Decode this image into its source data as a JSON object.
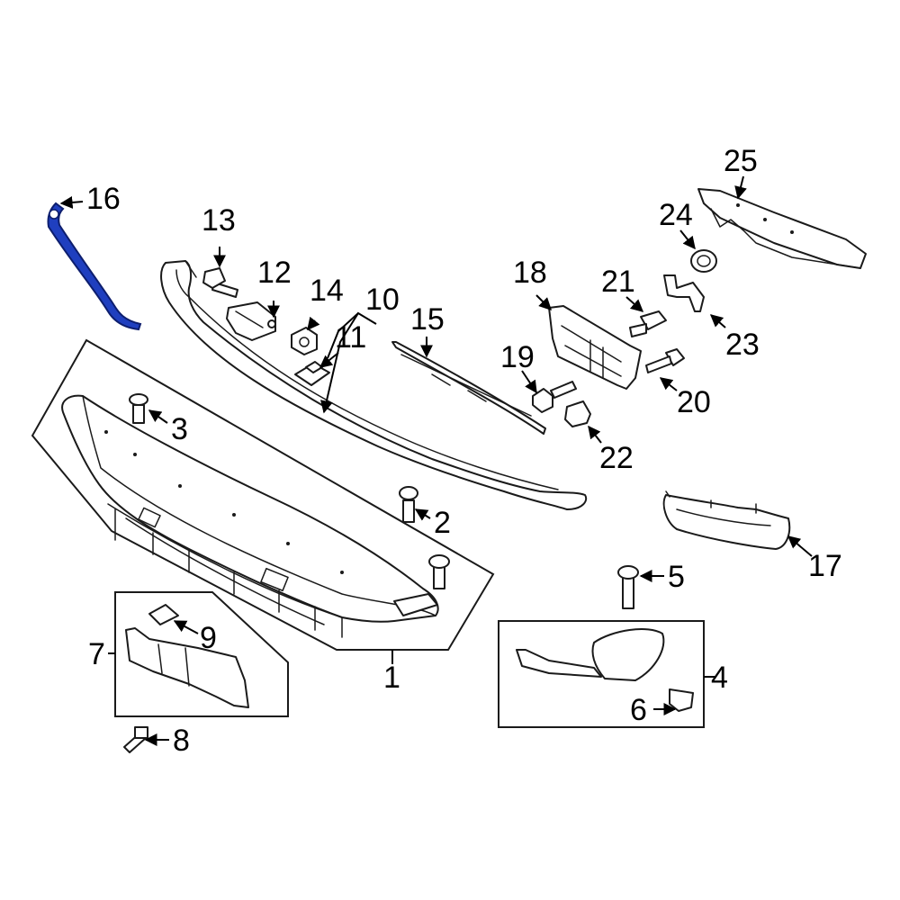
{
  "colors": {
    "highlight": "#1f3fbf",
    "line": "#1a1a1a",
    "background": "#ffffff"
  },
  "callouts": {
    "c1": "1",
    "c2": "2",
    "c3": "3",
    "c4": "4",
    "c5": "5",
    "c6": "6",
    "c7": "7",
    "c8": "8",
    "c9": "9",
    "c10": "10",
    "c11": "11",
    "c12": "12",
    "c13": "13",
    "c14": "14",
    "c15": "15",
    "c16": "16",
    "c17": "17",
    "c18": "18",
    "c19": "19",
    "c20": "20",
    "c21": "21",
    "c22": "22",
    "c23": "23",
    "c24": "24",
    "c25": "25"
  },
  "highlighted_part": "16"
}
